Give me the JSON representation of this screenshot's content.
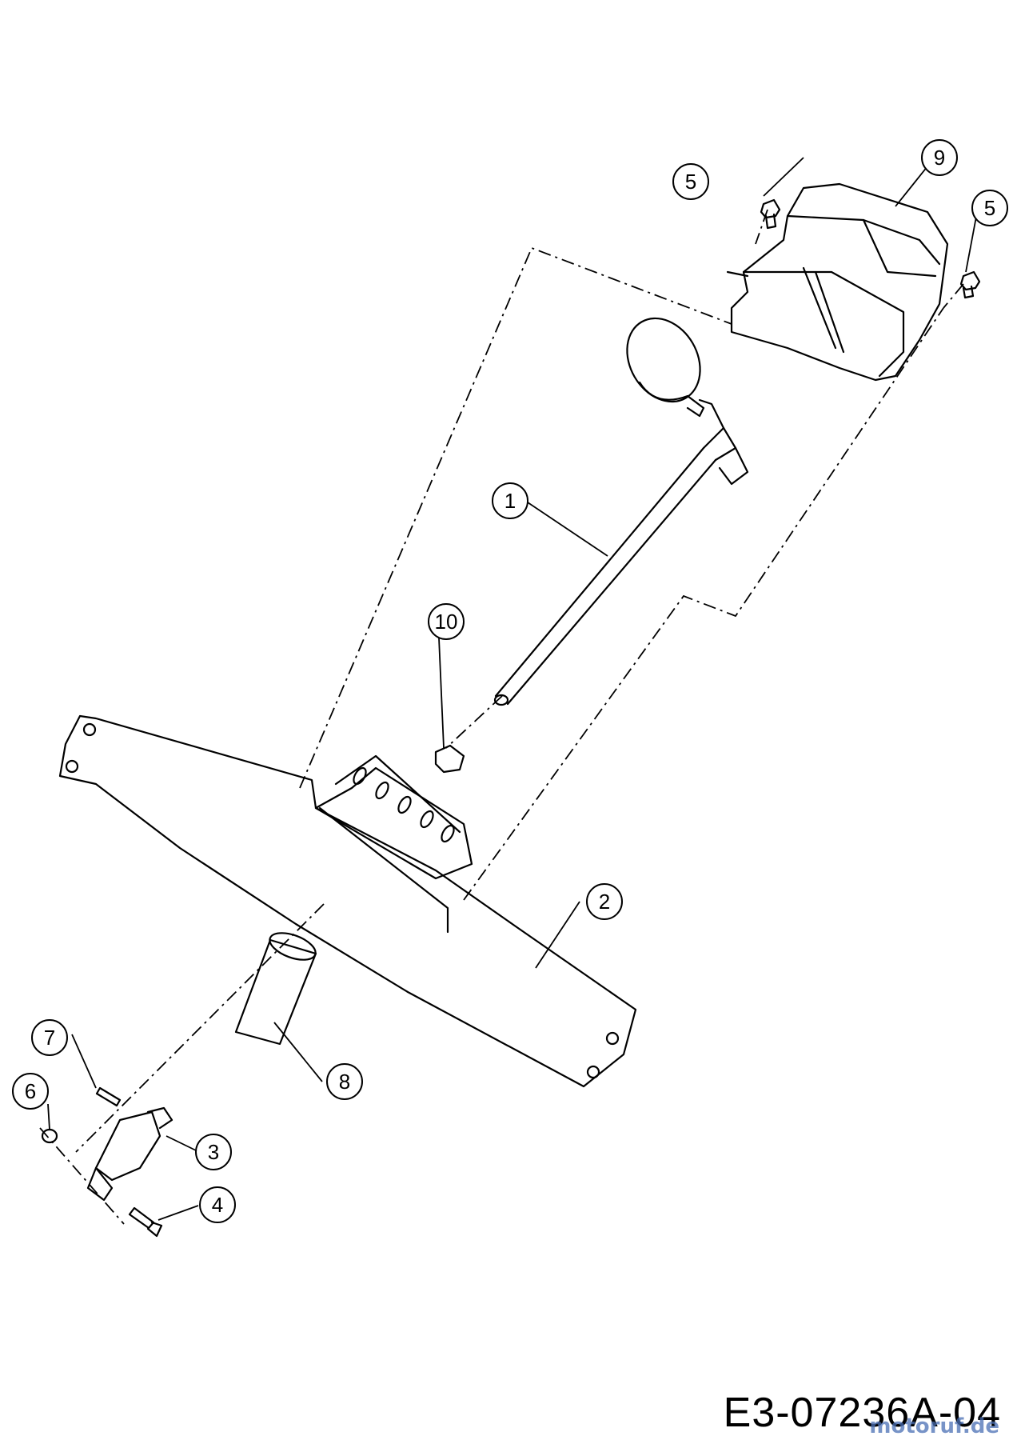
{
  "callouts": [
    {
      "label": "1"
    },
    {
      "label": "2"
    },
    {
      "label": "3"
    },
    {
      "label": "4"
    },
    {
      "label": "5"
    },
    {
      "label": "5"
    },
    {
      "label": "6"
    },
    {
      "label": "7"
    },
    {
      "label": "8"
    },
    {
      "label": "9"
    },
    {
      "label": "10"
    }
  ],
  "document_code": "E3-07236A-04",
  "watermark": "motoruf.de"
}
